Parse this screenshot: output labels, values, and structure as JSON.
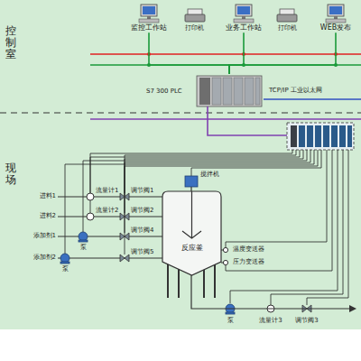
{
  "diagram": {
    "nodes": [
      {
        "text": [
          "监控工作站"
        ]
      },
      {
        "text": [
          "业务工作站"
        ]
      },
      {
        "text": [
          "WEB发布"
        ]
      },
      {
        "text": [
          "S7 300 PLC"
        ]
      },
      {
        "text": [
          "反应釜"
        ]
      }
    ],
    "edges": [
      {
        "from": 0,
        "to": 3,
        "arrow": "none"
      },
      {
        "from": 1,
        "to": 3,
        "arrow": "none"
      },
      {
        "from": 2,
        "to": 3,
        "arrow": "none"
      }
    ],
    "labels": [
      "控制室",
      "打印机",
      "打印机",
      "TCP/IP 工业以太网",
      "现场",
      "进料1",
      "流量计1",
      "调节阀1",
      "进料2",
      "流量计2",
      "调节阀2",
      "添加剂1",
      "泵",
      "调节阀4",
      "添加剂2",
      "泵",
      "调节阀5",
      "搅拌机",
      "温度变送器",
      "压力变送器",
      "泵",
      "流量计3",
      "调节阀3"
    ]
  }
}
